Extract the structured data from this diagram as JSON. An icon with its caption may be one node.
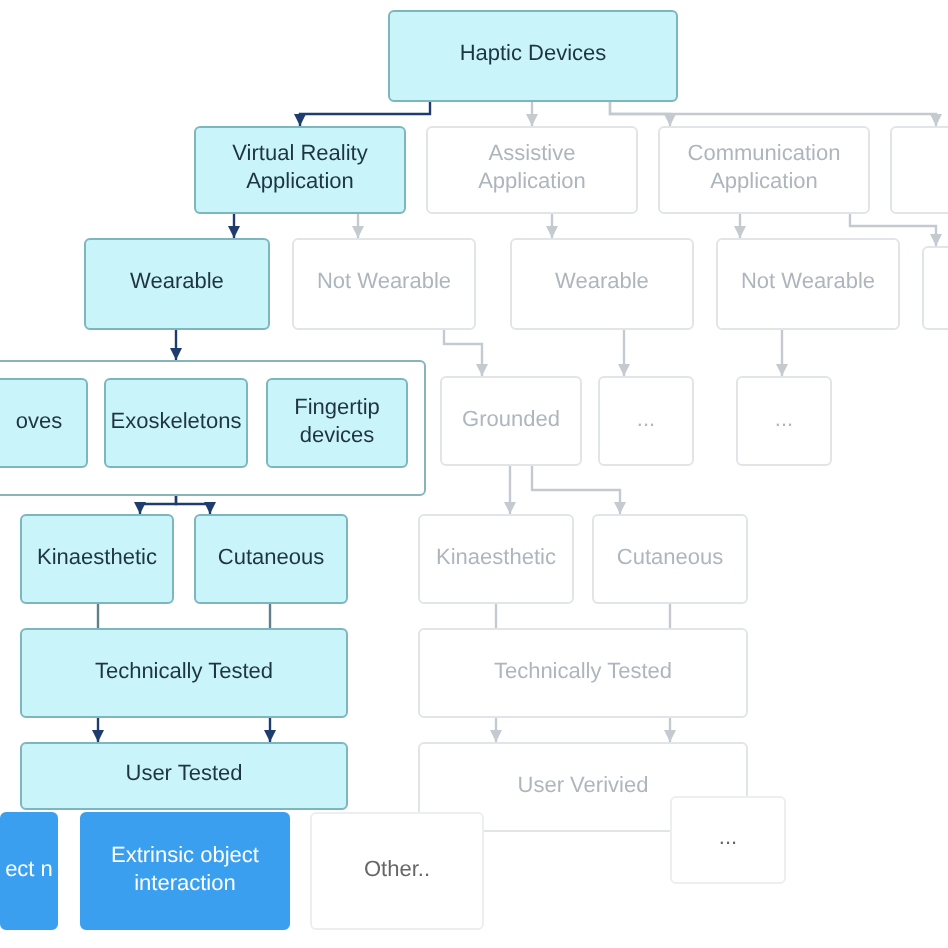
{
  "diagram": {
    "nodes": [
      {
        "text": [
          "Haptic Devices"
        ]
      },
      {
        "text": [
          "Virtual Reality Application"
        ]
      },
      {
        "text": [
          "Assistive Application"
        ]
      },
      {
        "text": [
          "Communication Application"
        ]
      },
      {
        "text": [],
        "shape": "box"
      },
      {
        "text": [
          "Wearable"
        ]
      },
      {
        "text": [
          "Not Wearable"
        ]
      },
      {
        "text": [
          "Wearable"
        ]
      },
      {
        "text": [
          "Not Wearable"
        ]
      },
      {
        "text": [],
        "shape": "box"
      },
      {
        "text": [],
        "shape": "box"
      },
      {
        "text": [
          "oves"
        ],
        "in": 10
      },
      {
        "text": [
          "Exoskeletons"
        ],
        "in": 10
      },
      {
        "text": [
          "Fingertip devices"
        ],
        "in": 10
      },
      {
        "text": [
          "Grounded"
        ]
      },
      {
        "text": [
          "..."
        ]
      },
      {
        "text": [
          "..."
        ]
      },
      {
        "text": [
          "Kinaesthetic"
        ]
      },
      {
        "text": [
          "Cutaneous"
        ]
      },
      {
        "text": [
          "Kinaesthetic"
        ]
      },
      {
        "text": [
          "Cutaneous"
        ]
      },
      {
        "text": [
          "Technically Tested"
        ]
      },
      {
        "text": [
          "Technically Tested"
        ]
      },
      {
        "text": [
          "User Tested"
        ]
      },
      {
        "text": [
          "User Verivied"
        ]
      },
      {
        "text": [
          "ect n"
        ]
      },
      {
        "text": [
          "Extrinsic object interaction"
        ]
      },
      {
        "text": [
          "Other.."
        ]
      },
      {
        "text": [
          "..."
        ]
      }
    ],
    "edges": [
      {
        "from": 0,
        "to": 1,
        "arrow": "to",
        "color": "#1e3d6e"
      },
      {
        "from": 0,
        "to": 2,
        "arrow": "to"
      },
      {
        "from": 0,
        "to": 3,
        "arrow": "to"
      },
      {
        "from": 0,
        "to": 4,
        "arrow": "to"
      },
      {
        "from": 1,
        "to": 5,
        "arrow": "to",
        "color": "#1e3d6e"
      },
      {
        "from": 1,
        "to": 6,
        "arrow": "to"
      },
      {
        "from": 2,
        "to": 7,
        "arrow": "to"
      },
      {
        "from": 3,
        "to": 8,
        "arrow": "to"
      },
      {
        "from": 3,
        "to": 9,
        "arrow": "to"
      },
      {
        "from": 5,
        "to": 10,
        "arrow": "to",
        "color": "#1e3d6e"
      },
      {
        "from": 6,
        "to": 14,
        "arrow": "to"
      },
      {
        "from": 7,
        "to": 15,
        "arrow": "to"
      },
      {
        "from": 8,
        "to": 16,
        "arrow": "to"
      },
      {
        "from": 10,
        "to": 17,
        "arrow": "to",
        "color": "#1e3d6e"
      },
      {
        "from": 10,
        "to": 18,
        "arrow": "to",
        "color": "#1e3d6e"
      },
      {
        "from": 14,
        "to": 19,
        "arrow": "to"
      },
      {
        "from": 14,
        "to": 20,
        "arrow": "to"
      },
      {
        "from": 17,
        "to": 21,
        "arrow": "none",
        "color": "#5f7f8c"
      },
      {
        "from": 18,
        "to": 21,
        "arrow": "none",
        "color": "#5f7f8c"
      },
      {
        "from": 19,
        "to": 22,
        "arrow": "none"
      },
      {
        "from": 20,
        "to": 22,
        "arrow": "none"
      },
      {
        "from": 21,
        "to": 23,
        "arrow": "to",
        "color": "#1e3d6e"
      },
      {
        "from": 21,
        "to": 23,
        "arrow": "to",
        "color": "#1e3d6e"
      },
      {
        "from": 22,
        "to": 24,
        "arrow": "to"
      },
      {
        "from": 22,
        "to": 24,
        "arrow": "to"
      }
    ]
  }
}
